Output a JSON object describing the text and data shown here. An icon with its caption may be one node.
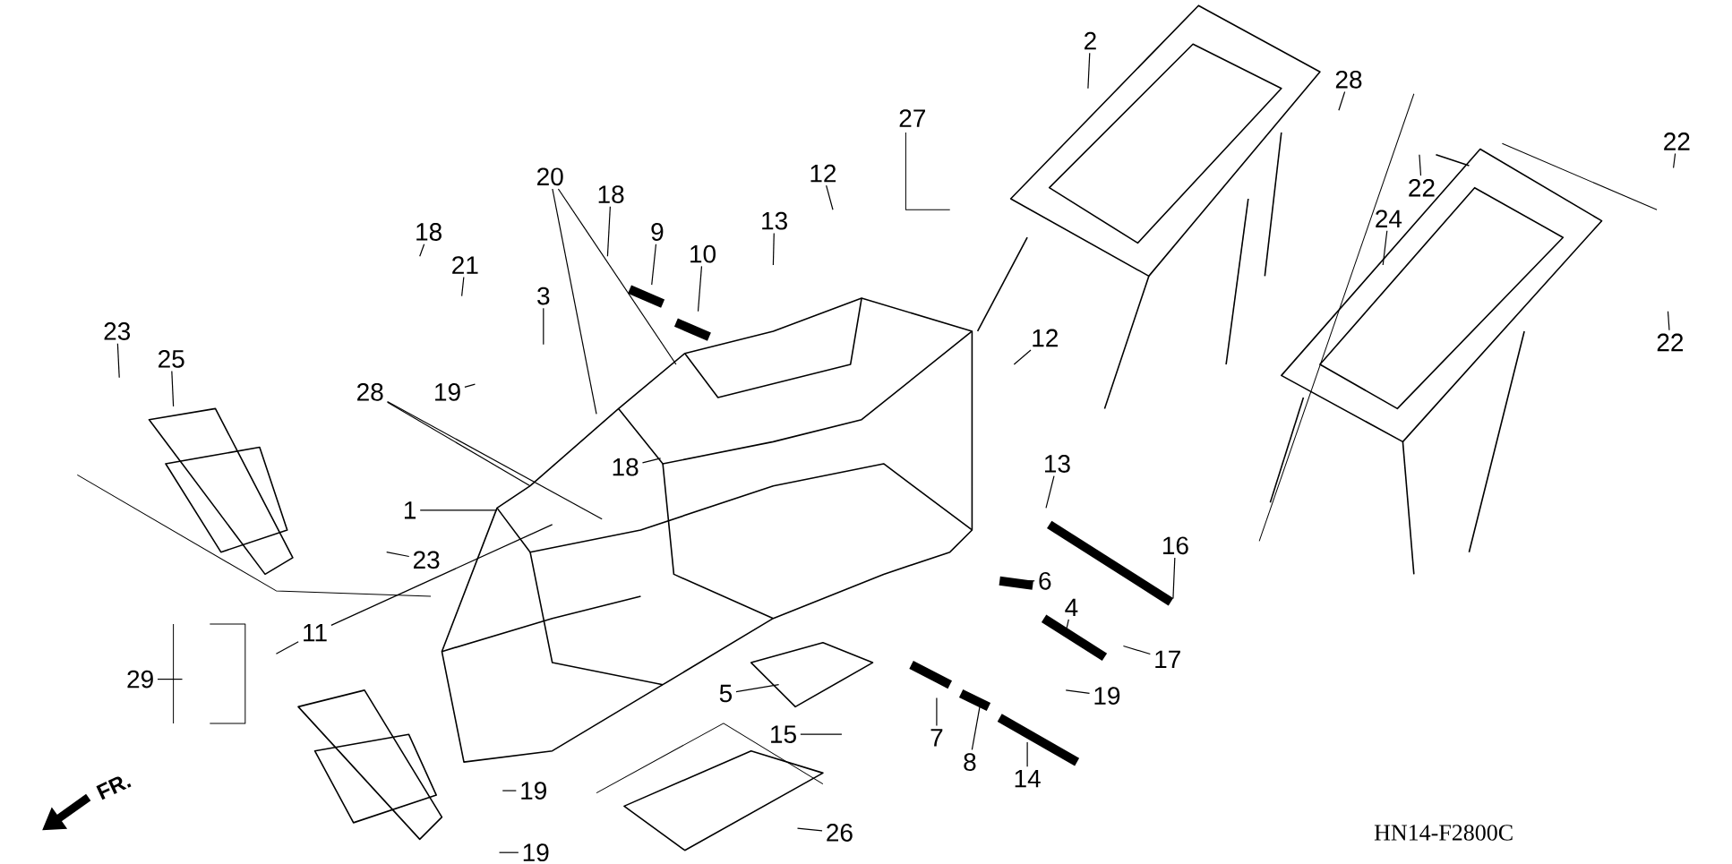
{
  "diagram": {
    "nodes": [
      {
        "text": [
          "2"
        ]
      },
      {
        "text": [
          "28"
        ]
      },
      {
        "text": [
          "22"
        ]
      },
      {
        "text": [
          "22"
        ]
      },
      {
        "text": [
          "22"
        ]
      },
      {
        "text": [
          "24"
        ]
      },
      {
        "text": [
          "12"
        ]
      },
      {
        "text": [
          "13"
        ]
      },
      {
        "text": [
          "20"
        ]
      },
      {
        "text": [
          "18"
        ]
      },
      {
        "text": [
          "9"
        ]
      },
      {
        "text": [
          "10"
        ]
      },
      {
        "text": [
          "18"
        ]
      },
      {
        "text": [
          "21"
        ]
      },
      {
        "text": [
          "3"
        ]
      },
      {
        "text": [
          "23"
        ]
      },
      {
        "text": [
          "25"
        ]
      },
      {
        "text": [
          "12"
        ]
      },
      {
        "text": [
          "28"
        ]
      },
      {
        "text": [
          "19"
        ]
      },
      {
        "text": [
          "18"
        ]
      },
      {
        "text": [
          "1"
        ]
      },
      {
        "text": [
          "23"
        ]
      },
      {
        "text": [
          "13"
        ]
      },
      {
        "text": [
          "16"
        ]
      },
      {
        "text": [
          "6"
        ]
      },
      {
        "text": [
          "4"
        ]
      },
      {
        "text": [
          "11"
        ]
      },
      {
        "text": [
          "29"
        ]
      },
      {
        "text": [
          "17"
        ]
      },
      {
        "text": [
          "5"
        ]
      },
      {
        "text": [
          "19"
        ]
      },
      {
        "text": [
          "15"
        ]
      },
      {
        "text": [
          "7"
        ]
      },
      {
        "text": [
          "8"
        ]
      },
      {
        "text": [
          "14"
        ]
      },
      {
        "text": [
          "19"
        ]
      },
      {
        "text": [
          "26"
        ]
      },
      {
        "text": [
          "19"
        ]
      }
    ],
    "edges": [
      {
        "from": 0,
        "to": null,
        "arrow": "none"
      },
      {
        "from": 1,
        "to": null,
        "arrow": "none"
      },
      {
        "from": 2,
        "to": null,
        "arrow": "none"
      },
      {
        "from": 3,
        "to": null,
        "arrow": "none"
      },
      {
        "from": 4,
        "to": null,
        "arrow": "none"
      },
      {
        "from": 5,
        "to": null,
        "arrow": "none"
      },
      {
        "from": 6,
        "to": null,
        "arrow": "none"
      },
      {
        "from": 7,
        "to": null,
        "arrow": "none"
      },
      {
        "from": 8,
        "to": null,
        "arrow": "none"
      },
      {
        "from": 8,
        "to": null,
        "arrow": "none"
      },
      {
        "from": 9,
        "to": null,
        "arrow": "none"
      },
      {
        "from": 10,
        "to": null,
        "arrow": "none"
      },
      {
        "from": 11,
        "to": null,
        "arrow": "none"
      },
      {
        "from": 12,
        "to": null,
        "arrow": "none"
      },
      {
        "from": 13,
        "to": null,
        "arrow": "none"
      },
      {
        "from": 14,
        "to": null,
        "arrow": "none"
      },
      {
        "from": 15,
        "to": null,
        "arrow": "none"
      },
      {
        "from": 16,
        "to": null,
        "arrow": "none"
      },
      {
        "from": 17,
        "to": null,
        "arrow": "none"
      },
      {
        "from": 18,
        "to": null,
        "arrow": "none"
      },
      {
        "from": 18,
        "to": null,
        "arrow": "none"
      },
      {
        "from": 19,
        "to": null,
        "arrow": "none"
      },
      {
        "from": 20,
        "to": null,
        "arrow": "none"
      },
      {
        "from": 21,
        "to": null,
        "arrow": "none"
      },
      {
        "from": 22,
        "to": null,
        "arrow": "none"
      },
      {
        "from": 23,
        "to": null,
        "arrow": "none"
      },
      {
        "from": 24,
        "to": null,
        "arrow": "none"
      },
      {
        "from": 25,
        "to": null,
        "arrow": "none"
      },
      {
        "from": 26,
        "to": null,
        "arrow": "none"
      },
      {
        "from": 27,
        "to": null,
        "arrow": "none"
      },
      {
        "from": 27,
        "to": null,
        "arrow": "none"
      },
      {
        "from": 28,
        "to": null,
        "arrow": "none"
      },
      {
        "from": 29,
        "to": null,
        "arrow": "none"
      },
      {
        "from": 30,
        "to": null,
        "arrow": "none"
      },
      {
        "from": 31,
        "to": null,
        "arrow": "none"
      },
      {
        "from": 32,
        "to": null,
        "arrow": "none"
      },
      {
        "from": 33,
        "to": null,
        "arrow": "none"
      },
      {
        "from": 34,
        "to": null,
        "arrow": "none"
      },
      {
        "from": 35,
        "to": null,
        "arrow": "none"
      },
      {
        "from": 36,
        "to": null,
        "arrow": "none"
      },
      {
        "from": 37,
        "to": null,
        "arrow": "none"
      },
      {
        "from": 38,
        "to": null,
        "arrow": "none"
      }
    ],
    "labels": [
      "27",
      "FR.",
      "HN14-F2800C"
    ]
  }
}
